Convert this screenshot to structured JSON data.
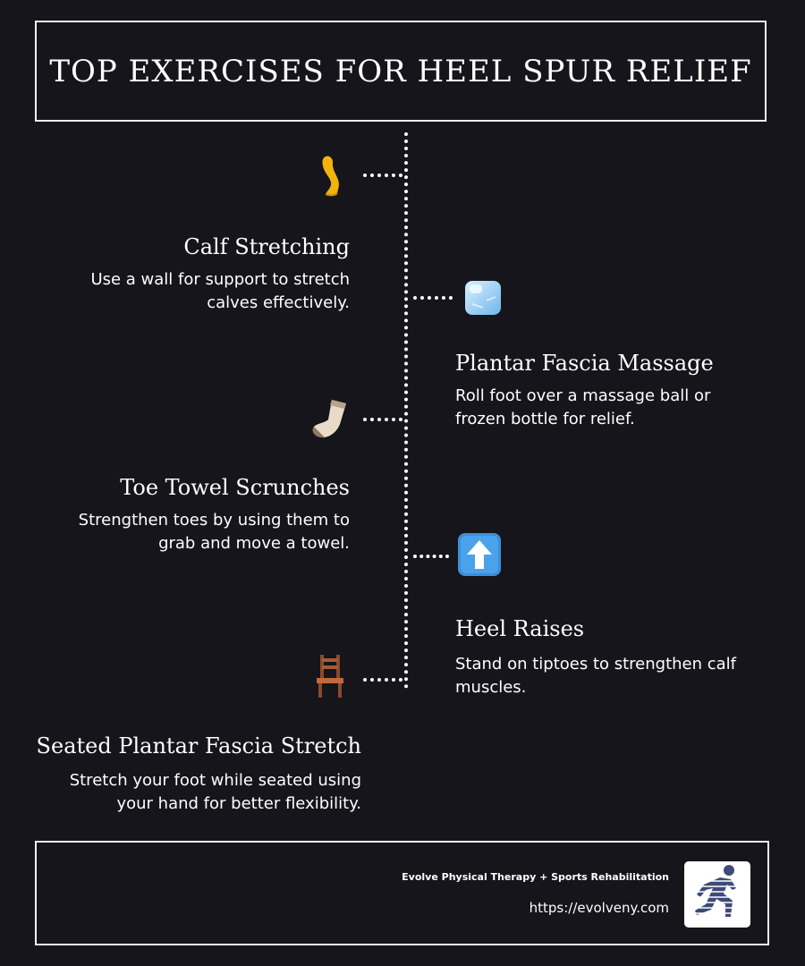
{
  "title": "TOP EXERCISES FOR HEEL SPUR RELIEF",
  "steps": [
    {
      "icon": "leg-icon",
      "title": "Calf Stretching",
      "description": "Use a wall for support to stretch calves effectively."
    },
    {
      "icon": "ice-cube-icon",
      "title": "Plantar Fascia Massage",
      "description": "Roll foot over a massage ball or frozen bottle for relief."
    },
    {
      "icon": "sock-icon",
      "title": "Toe Towel Scrunches",
      "description": "Strengthen toes by using them to grab and move a towel."
    },
    {
      "icon": "up-arrow-icon",
      "title": "Heel Raises",
      "description": "Stand on tiptoes to strengthen calf muscles."
    },
    {
      "icon": "chair-icon",
      "title": "Seated Plantar Fascia Stretch",
      "description": "Stretch your foot while seated using your hand for better flexibility."
    }
  ],
  "footer": {
    "organization": "Evolve Physical Therapy + Sports Rehabilitation",
    "url": "https://evolveny.com",
    "logo": "running-figure-logo-icon"
  },
  "colors": {
    "background": "#15151b",
    "border": "#f2f2f2",
    "text": "#ffffff",
    "logo_stripes": "#3d4a7a"
  }
}
